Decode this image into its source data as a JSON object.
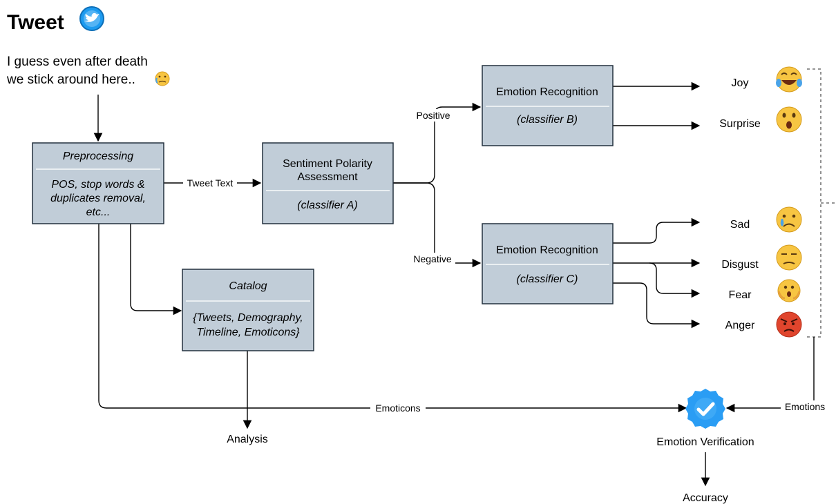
{
  "header": {
    "title": "Tweet",
    "brand_color": "#1d9bf0"
  },
  "tweet": {
    "line1": "I guess even after death",
    "line2": "we stick around here..",
    "emoji": "crying-face-icon"
  },
  "boxes": {
    "preprocessing": {
      "title": "Preprocessing",
      "body1": "POS, stop words &",
      "body2": "duplicates removal,",
      "body3": "etc..."
    },
    "sentiment": {
      "title1": "Sentiment Polarity",
      "title2": "Assessment",
      "body": "(classifier A)"
    },
    "catalog": {
      "title": "Catalog",
      "body1": "{Tweets, Demography,",
      "body2": "Timeline, Emoticons}"
    },
    "emotion_b": {
      "title": "Emotion Recognition",
      "body": "(classifier B)"
    },
    "emotion_c": {
      "title": "Emotion Recognition",
      "body": "(classifier C)"
    }
  },
  "edge_labels": {
    "tweet_text": "Tweet Text",
    "positive": "Positive",
    "negative": "Negative",
    "emoticons": "Emoticons",
    "emotions": "Emotions"
  },
  "emotions": {
    "joy": "Joy",
    "surprise": "Surprise",
    "sad": "Sad",
    "disgust": "Disgust",
    "fear": "Fear",
    "anger": "Anger"
  },
  "outputs": {
    "analysis": "Analysis",
    "verification": "Emotion Verification",
    "accuracy": "Accuracy"
  },
  "colors": {
    "box_fill": "#c1cdd8",
    "box_stroke": "#23303e",
    "emoji_yellow": "#f7c542",
    "anger_red": "#e0452d",
    "verify_blue": "#2a9df4"
  }
}
